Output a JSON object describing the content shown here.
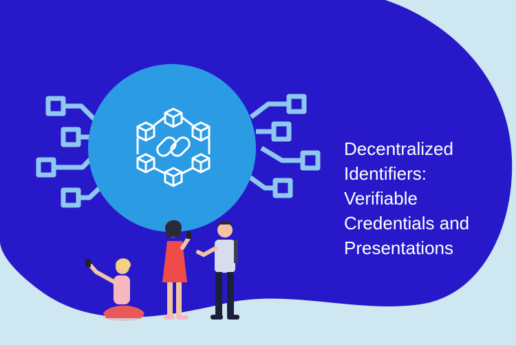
{
  "banner": {
    "title_lines": [
      "Decentralized",
      "Identifiers:",
      "Verifiable",
      "Credentials and",
      "Presentations"
    ]
  },
  "colors": {
    "background": "#cfe7f1",
    "blob": "#2719c9",
    "circle": "#2b9be4",
    "circuit": "#8fc8ee",
    "icon_stroke": "#ffffff",
    "text": "#ffffff"
  },
  "icons": {
    "center": "blockchain-chain-icon"
  }
}
